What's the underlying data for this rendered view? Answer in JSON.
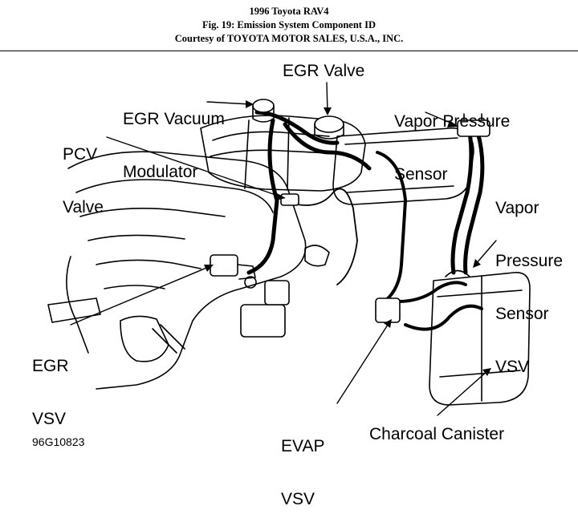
{
  "header": {
    "title": "1996 Toyota RAV4",
    "figure": "Fig. 19: Emission System Component ID",
    "courtesy": "Courtesy of TOYOTA MOTOR SALES, U.S.A., INC."
  },
  "labels": {
    "egr_vacuum_modulator": [
      "EGR Vacuum",
      "Modulator"
    ],
    "egr_valve": "EGR Valve",
    "vapor_pressure_sensor": [
      "Vapor Pressure",
      "Sensor"
    ],
    "pcv_valve": [
      "PCV",
      "Valve"
    ],
    "vapor_pressure_sensor_vsv": [
      "Vapor",
      "Pressure",
      "Sensor",
      "VSV"
    ],
    "egr_vsv": [
      "EGR",
      "VSV"
    ],
    "evap_vsv": [
      "EVAP",
      "VSV"
    ],
    "charcoal_canister": "Charcoal Canister"
  },
  "figure_code": "96G10823",
  "colors": {
    "ink": "#000000",
    "background": "#ffffff"
  }
}
